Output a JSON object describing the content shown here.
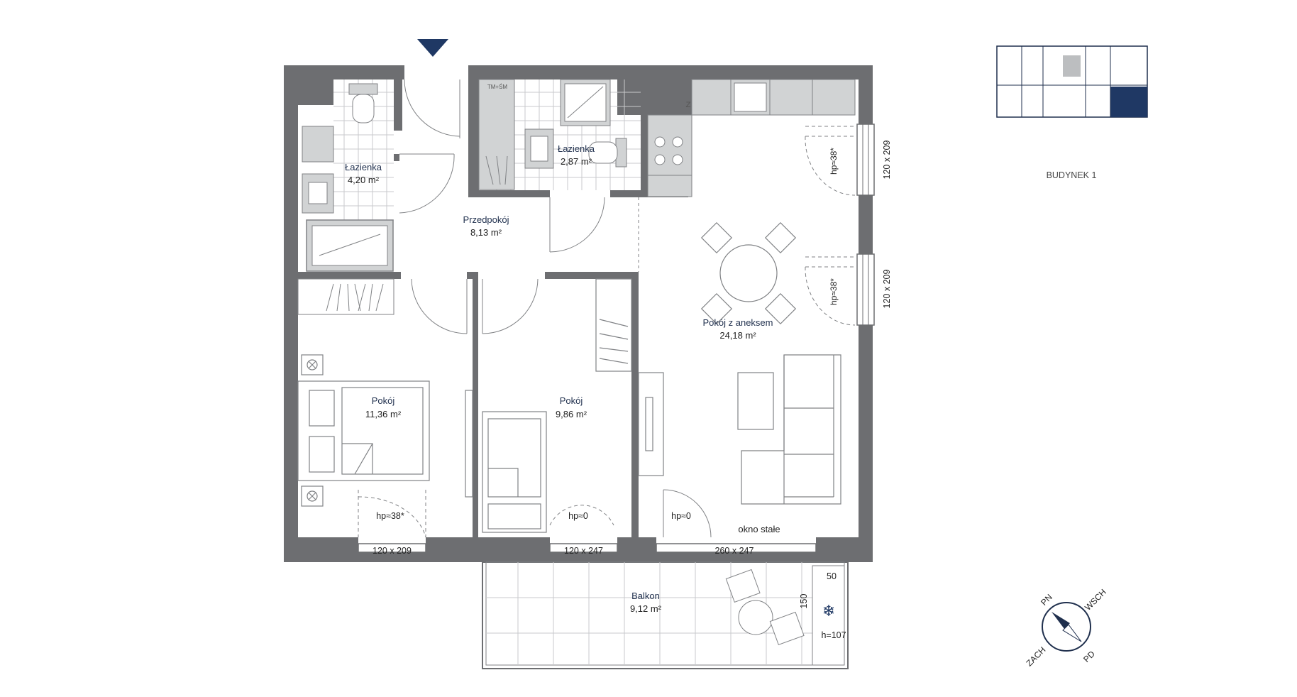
{
  "rooms": {
    "bath1": {
      "name": "Łazienka",
      "area": "4,20 m²"
    },
    "bath2": {
      "name": "Łazienka",
      "area": "2,87 m²"
    },
    "hall": {
      "name": "Przedpokój",
      "area": "8,13 m²"
    },
    "living": {
      "name": "Pokój z aneksem",
      "area": "24,18 m²"
    },
    "room1": {
      "name": "Pokój",
      "area": "11,36 m²"
    },
    "room2": {
      "name": "Pokój",
      "area": "9,86 m²"
    },
    "balcony": {
      "name": "Balkon",
      "area": "9,12 m²"
    }
  },
  "windows": {
    "w_room1": "120 x 209",
    "w_room2": "120 x 247",
    "w_living_bottom": "260 x 247",
    "w_living_right_top": "120 x 209",
    "w_living_right_bottom": "120 x 209"
  },
  "heights": {
    "hp_room1": "hp≈38*",
    "hp_room2": "hp≈0",
    "hp_living_door": "hp≈0",
    "hp_living_right_top": "hp≈38*",
    "hp_living_right_bottom": "hp≈38*"
  },
  "notes": {
    "fixed_window": "okno stałe",
    "washer": "TM+ŚM",
    "fridge": "Z",
    "balcony_depth": "150",
    "balcony_width": "50",
    "railing_height": "h=107"
  },
  "building": {
    "label": "BUDYNEK 1"
  },
  "compass": {
    "n": "PN",
    "e": "WSCH",
    "w": "ZACH",
    "s": "PD"
  },
  "colors": {
    "wall": "#6d6e71",
    "accent": "#1f3864",
    "furniture": "#bcbec0"
  }
}
